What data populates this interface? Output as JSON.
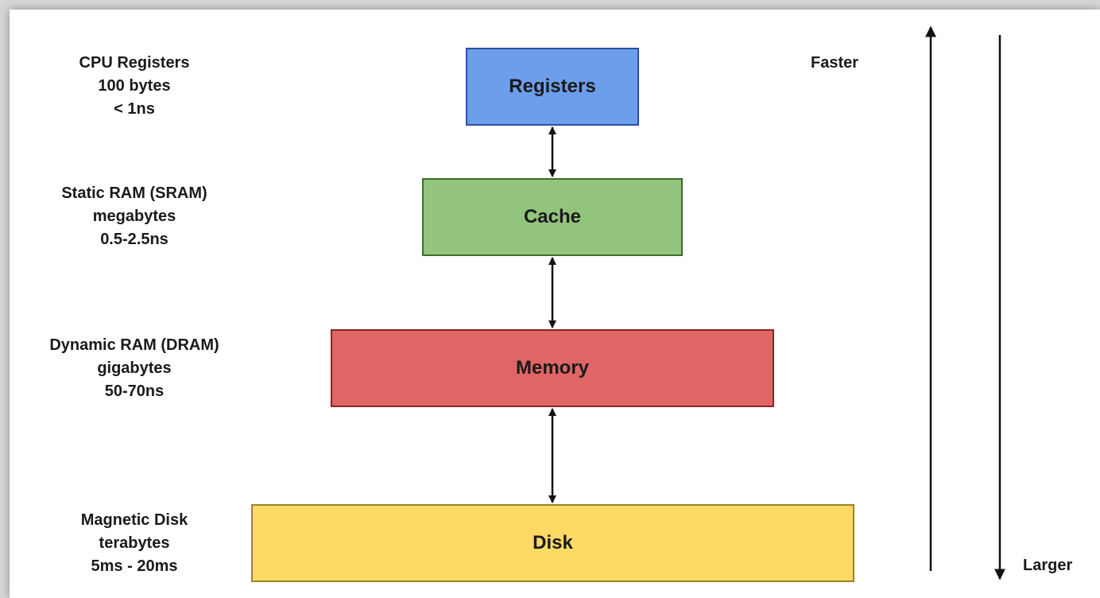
{
  "levels": [
    {
      "name": "Registers",
      "tech": "CPU Registers",
      "size": "100 bytes",
      "latency": "< 1ns",
      "fill": "#6d9eeb",
      "border": "#2b4fa8"
    },
    {
      "name": "Cache",
      "tech": "Static RAM (SRAM)",
      "size": "megabytes",
      "latency": "0.5-2.5ns",
      "fill": "#93c47d",
      "border": "#3f6b2c"
    },
    {
      "name": "Memory",
      "tech": "Dynamic RAM (DRAM)",
      "size": "gigabytes",
      "latency": "50-70ns",
      "fill": "#e06666",
      "border": "#8a2323"
    },
    {
      "name": "Disk",
      "tech": "Magnetic Disk",
      "size": "terabytes",
      "latency": "5ms - 20ms",
      "fill": "#ffd966",
      "border": "#9c8328"
    }
  ],
  "axis": {
    "faster_label": "Faster",
    "larger_label": "Larger"
  }
}
